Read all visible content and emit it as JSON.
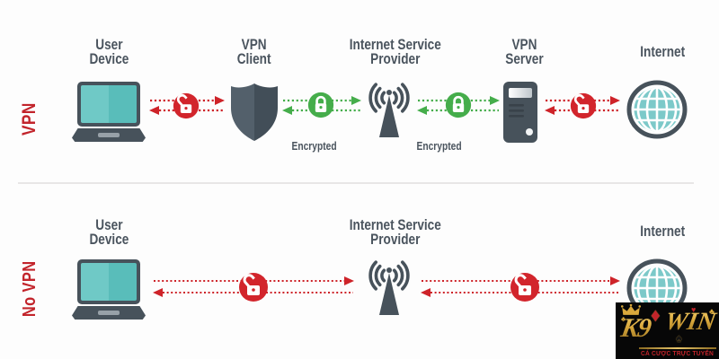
{
  "diagram": {
    "rows": [
      {
        "side_label": "VPN",
        "nodes": {
          "user_device": {
            "line1": "User",
            "line2": "Device"
          },
          "vpn_client": {
            "line1": "VPN",
            "line2": "Client"
          },
          "isp": {
            "line1": "Internet Service",
            "line2": "Provider"
          },
          "vpn_server": {
            "line1": "VPN",
            "line2": "Server"
          },
          "internet": {
            "line1": "Internet"
          }
        },
        "captions": {
          "encrypted_1": "Encrypted",
          "encrypted_2": "Encrypted"
        }
      },
      {
        "side_label": "No VPN",
        "nodes": {
          "user_device": {
            "line1": "User",
            "line2": "Device"
          },
          "isp": {
            "line1": "Internet Service",
            "line2": "Provider"
          },
          "internet": {
            "line1": "Internet"
          }
        }
      }
    ],
    "colors": {
      "secure_green": "#45ad4b",
      "insecure_red": "#ce2329",
      "slate": "#47525b",
      "teal": "#6fc9c6",
      "side_label_red": "#c2242b"
    },
    "icons": [
      "laptop-icon",
      "shield-icon",
      "antenna-icon",
      "server-icon",
      "globe-icon",
      "open-padlock-icon",
      "closed-padlock-icon"
    ]
  },
  "watermark": {
    "brand_prefix": "K9",
    "brand_suffix": "WIN",
    "tagline": "CÁ CƯỢC TRỰC TUYẾN",
    "suits": {
      "diamond": "♦",
      "heart": "♥",
      "spade": "♠",
      "club": "♣"
    },
    "colors": {
      "gold": "#d9a83c",
      "red": "#c2242b",
      "black": "#070707"
    }
  }
}
